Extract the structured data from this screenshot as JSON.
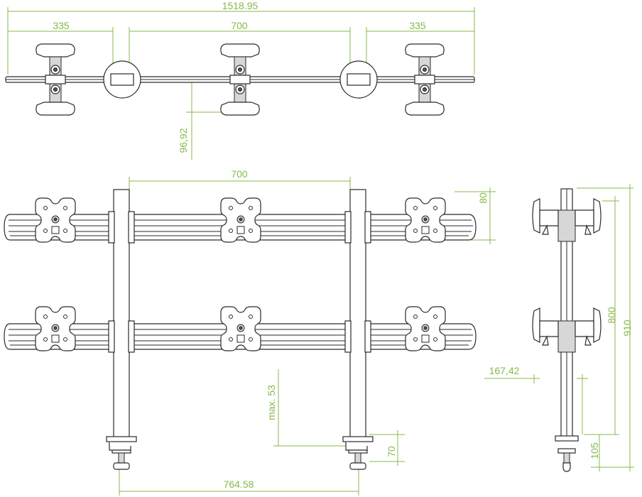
{
  "diagram": {
    "colors": {
      "dimension": "#86b84a",
      "outline": "#2a2a2a",
      "fill_grey": "#d7d7d7"
    },
    "top_view": {
      "overall_width": "1518.95",
      "left_spacing": "335",
      "center_spacing": "700",
      "right_spacing": "335",
      "arm_depth": "96,92"
    },
    "front_view": {
      "pole_spacing": "700",
      "rail_height": "80",
      "max_clamp": "max. 53",
      "clamp_thickness": "70",
      "base_spacing": "764.58"
    },
    "side_view": {
      "overall_height": "910",
      "rail_span": "800",
      "depth": "167,42",
      "base_height": "105"
    }
  }
}
